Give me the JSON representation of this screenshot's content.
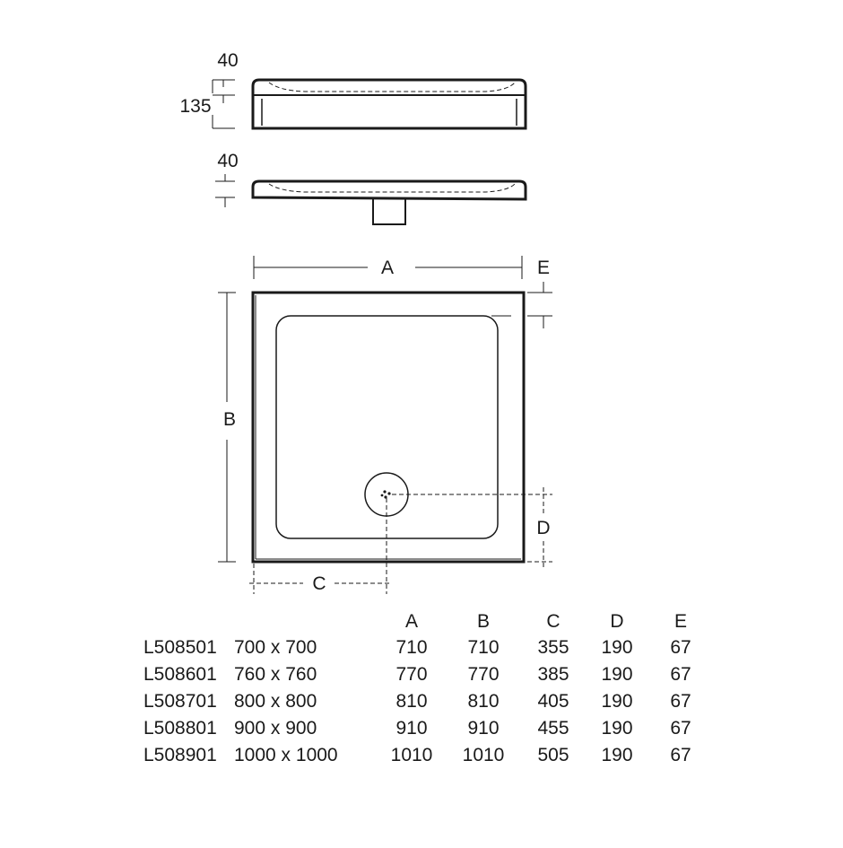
{
  "dimensions": {
    "side_profile": {
      "rim_height": "40",
      "total_height": "135"
    },
    "side_section": {
      "rim_height": "40"
    },
    "plan_labels": {
      "a": "A",
      "b": "B",
      "c": "C",
      "d": "D",
      "e": "E"
    }
  },
  "table": {
    "headers": [
      "A",
      "B",
      "C",
      "D",
      "E"
    ],
    "rows": [
      {
        "code": "L508501",
        "size": "700 x 700",
        "values": [
          "710",
          "710",
          "355",
          "190",
          "67"
        ]
      },
      {
        "code": "L508601",
        "size": "760 x 760",
        "values": [
          "770",
          "770",
          "385",
          "190",
          "67"
        ]
      },
      {
        "code": "L508701",
        "size": "800 x 800",
        "values": [
          "810",
          "810",
          "405",
          "190",
          "67"
        ]
      },
      {
        "code": "L508801",
        "size": "900 x 900",
        "values": [
          "910",
          "910",
          "455",
          "190",
          "67"
        ]
      },
      {
        "code": "L508901",
        "size": "1000 x 1000",
        "values": [
          "1010",
          "1010",
          "505",
          "190",
          "67"
        ]
      }
    ]
  },
  "colors": {
    "line": "#1a1a1a",
    "background": "#ffffff"
  }
}
